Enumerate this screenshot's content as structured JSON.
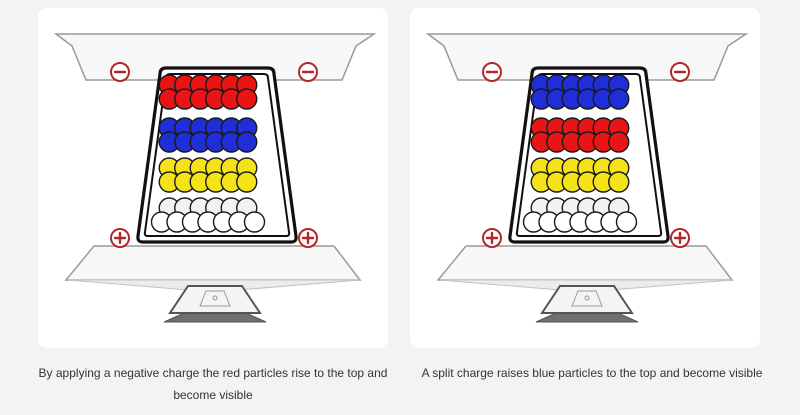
{
  "colors": {
    "red": "#e81416",
    "blue": "#1f2ed6",
    "yellow": "#f5e31a",
    "white": "#ffffff",
    "charge": "#b3282b",
    "outline": "#111111"
  },
  "icons": {
    "negative": "minus-circle-icon",
    "positive": "plus-circle-icon"
  },
  "panels": [
    {
      "caption": "By applying a negative charge the red particles rise to the top and become visible",
      "rows": [
        "red",
        "blue",
        "yellow",
        "white"
      ],
      "top_charges": [
        "negative",
        "negative"
      ],
      "bottom_charges": [
        "positive",
        "positive"
      ]
    },
    {
      "caption": "A split charge raises blue particles to the top and become visible",
      "rows": [
        "blue",
        "red",
        "yellow",
        "white"
      ],
      "top_charges": [
        "negative",
        "negative"
      ],
      "bottom_charges": [
        "positive",
        "positive"
      ]
    }
  ]
}
